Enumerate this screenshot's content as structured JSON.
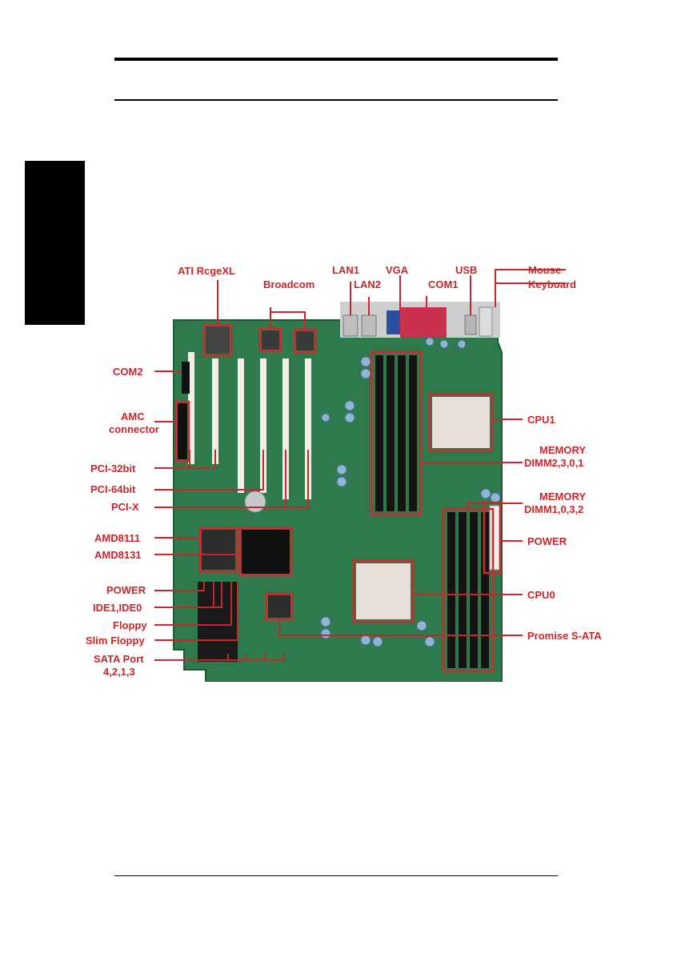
{
  "diagram": {
    "labels": {
      "ati": "ATI RcgeXL",
      "broadcom": "Broadcom",
      "lan1": "LAN1",
      "lan2": "LAN2",
      "vga": "VGA",
      "com1": "COM1",
      "usb": "USB",
      "mouse": "Mouse",
      "keyboard": "Keyboard",
      "com2": "COM2",
      "amc1": "AMC",
      "amc2": "connector",
      "pci32": "PCI-32bit",
      "pci64": "PCI-64bit",
      "pcix": "PCI-X",
      "amd8111": "AMD8111",
      "amd8131": "AMD8131",
      "power_left": "POWER",
      "ide": "IDE1,IDE0",
      "floppy": "Floppy",
      "slim_floppy": "Slim Floppy",
      "sata1": "SATA Port",
      "sata2": "4,2,1,3",
      "cpu1": "CPU1",
      "mem1a": "MEMORY",
      "mem1b": "DIMM2,3,0,1",
      "mem2a": "MEMORY",
      "mem2b": "DIMM1,0,3,2",
      "power_right": "POWER",
      "cpu0": "CPU0",
      "promise": "Promise S-ATA"
    },
    "colors": {
      "board": "#2f7a4c",
      "board_dark": "#1f5a36",
      "label": "#c8262b",
      "socket": "#e9e0dc",
      "slot": "#f1efe6",
      "dimm": "#141414"
    }
  }
}
